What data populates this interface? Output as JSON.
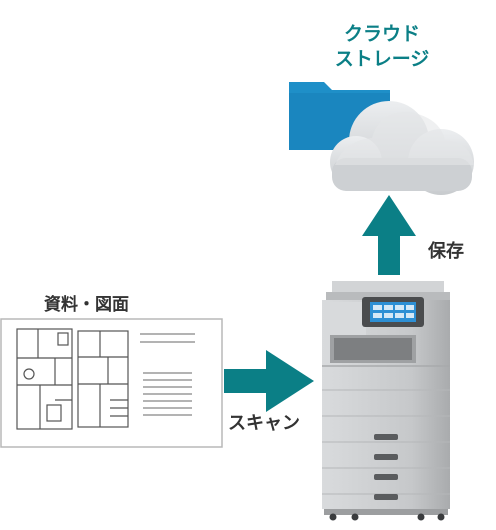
{
  "cloud_storage": {
    "line1": "クラウド",
    "line2": "ストレージ"
  },
  "documents": {
    "title": "資料・図面"
  },
  "flows": {
    "save_label": "保存",
    "scan_label": "スキャン"
  },
  "colors": {
    "teal": "#0b7f86",
    "folder_blue": "#1e8fc8",
    "cloud_gray": "#d6d8db",
    "copier_gray": "#c9cbcd"
  }
}
